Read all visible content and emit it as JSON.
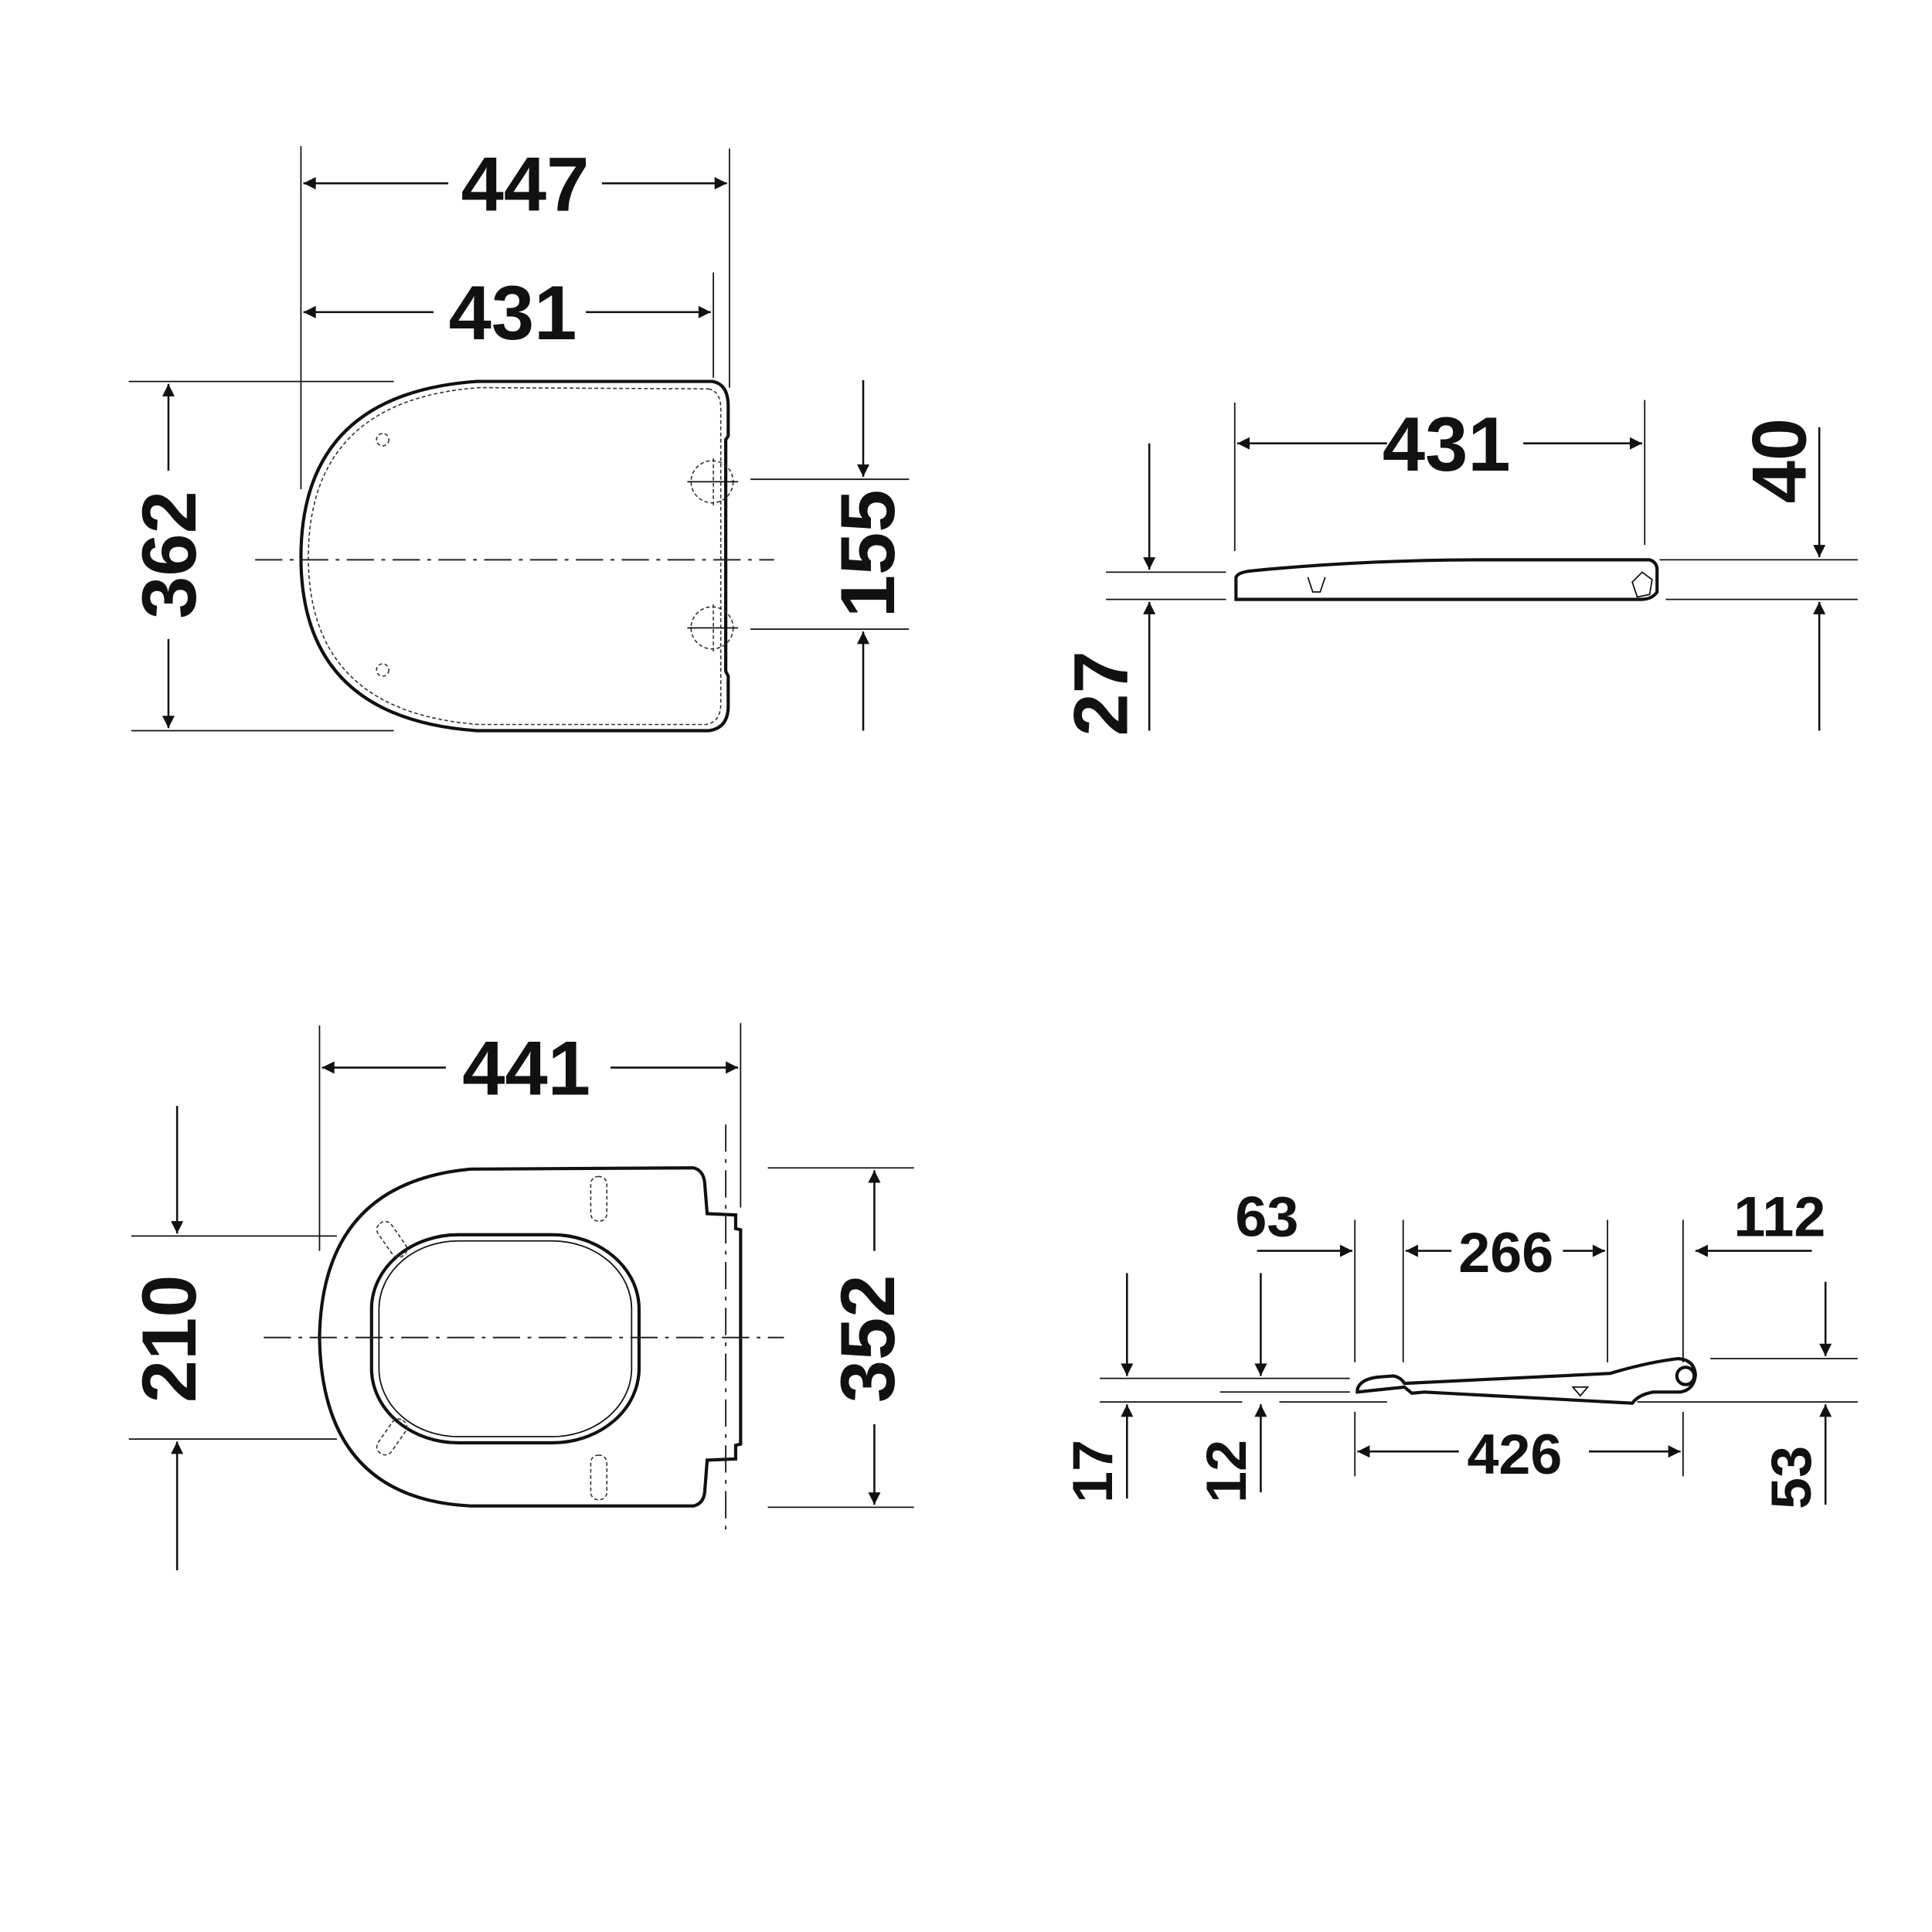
{
  "drawing": {
    "type": "technical dimension drawing",
    "units": "mm",
    "views": [
      {
        "id": "top-view-lid",
        "dimensions": {
          "overall_width": "447",
          "inner_width": "431",
          "overall_depth": "362",
          "hinge_spacing": "155"
        }
      },
      {
        "id": "side-view-lid",
        "dimensions": {
          "length": "431",
          "front_height": "27",
          "hinge_height": "40"
        }
      },
      {
        "id": "top-view-seat",
        "dimensions": {
          "overall_width": "441",
          "opening_width": "210",
          "overall_depth": "352"
        }
      },
      {
        "id": "side-view-seat",
        "dimensions": {
          "front_offset": "63",
          "span": "266",
          "rear_offset": "112",
          "front_height": "17",
          "front_step": "12",
          "length": "426",
          "hinge_height": "53"
        }
      }
    ]
  },
  "colors": {
    "line": "#111111",
    "background": "#ffffff"
  }
}
